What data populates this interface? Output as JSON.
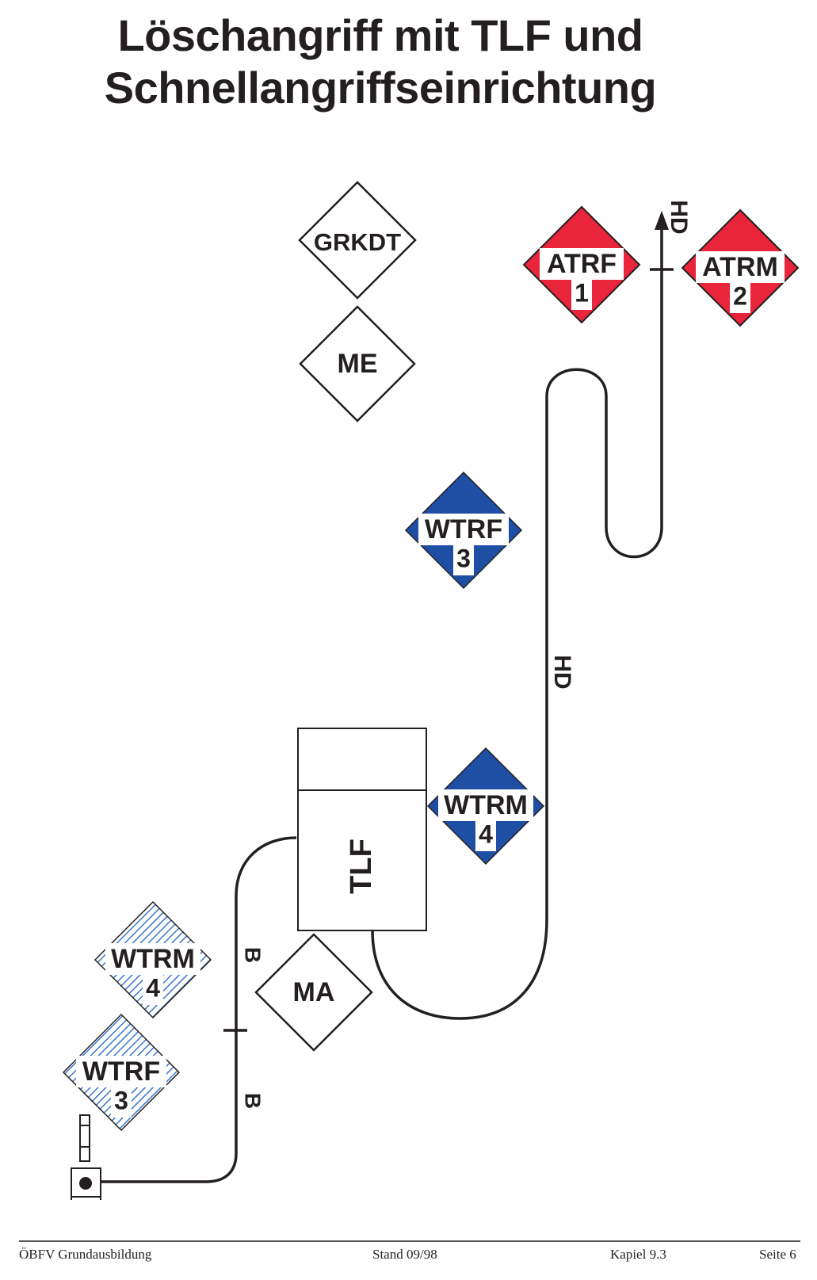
{
  "title": {
    "line1": "Löschangriff mit TLF und",
    "line2": "Schnellangriffseinrichtung"
  },
  "colors": {
    "attack_troop": "#e8253a",
    "water_troop": "#1f4fa5",
    "supply_troop_hatch": "#3a78c9",
    "line": "#231f20"
  },
  "nodes": {
    "grkdt": {
      "label": "GRKDT"
    },
    "me": {
      "label": "ME"
    },
    "atrf": {
      "label": "ATRF",
      "number": "1"
    },
    "atrm": {
      "label": "ATRM",
      "number": "2"
    },
    "wtrf_blue": {
      "label": "WTRF",
      "number": "3"
    },
    "wtrm_blue": {
      "label": "WTRM",
      "number": "4"
    },
    "tlf": {
      "label": "TLF"
    },
    "ma": {
      "label": "MA"
    },
    "wtrm_hatched": {
      "label": "WTRM",
      "number": "4"
    },
    "wtrf_hatched": {
      "label": "WTRF",
      "number": "3"
    }
  },
  "hoses": {
    "hd_top": "HD",
    "hd_mid": "HD",
    "b_upper": "B",
    "b_lower": "B"
  },
  "footer": {
    "left": "ÖBFV Grundausbildung",
    "center": "Stand 09/98",
    "chapter": "Kapiel 9.3",
    "page": "Seite 6"
  }
}
